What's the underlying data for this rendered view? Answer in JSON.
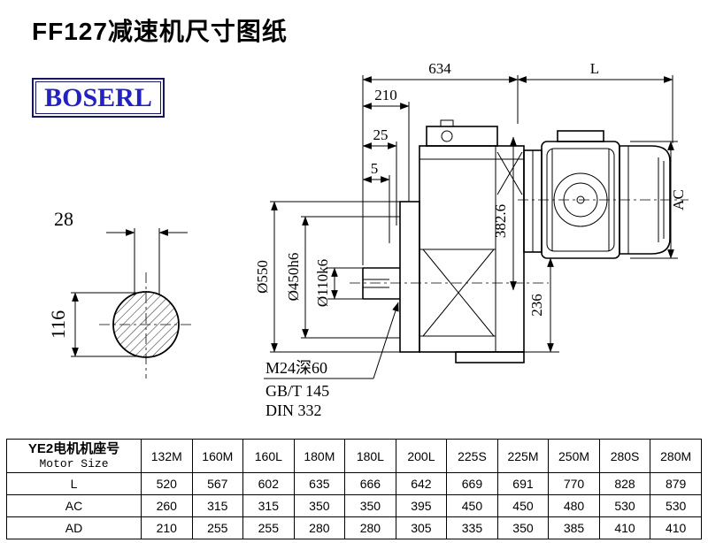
{
  "page": {
    "title": "FF127减速机尺寸图纸",
    "brand": "BOSERL"
  },
  "drawing": {
    "dims": {
      "d634": "634",
      "dL": "L",
      "d210": "210",
      "d25": "25",
      "d5": "5",
      "dAC": "AC",
      "d550": "Ø550",
      "d450": "Ø450h6",
      "d110": "Ø110k6",
      "d3826": "382.6",
      "d236": "236",
      "d28": "28",
      "d116": "116"
    },
    "notes": {
      "tap": "M24深60",
      "std1": "GB/T 145",
      "std2": "DIN 332"
    }
  },
  "table": {
    "row_header_cn": "YE2电机机座号",
    "row_header_en": "Motor Size",
    "columns": [
      "132M",
      "160M",
      "160L",
      "180M",
      "180L",
      "200L",
      "225S",
      "225M",
      "250M",
      "280S",
      "280M"
    ],
    "rows": [
      {
        "label": "L",
        "values": [
          "520",
          "567",
          "602",
          "635",
          "666",
          "642",
          "669",
          "691",
          "770",
          "828",
          "879"
        ]
      },
      {
        "label": "AC",
        "values": [
          "260",
          "315",
          "315",
          "350",
          "350",
          "395",
          "450",
          "450",
          "480",
          "530",
          "530"
        ]
      },
      {
        "label": "AD",
        "values": [
          "210",
          "255",
          "255",
          "280",
          "280",
          "305",
          "335",
          "350",
          "385",
          "410",
          "410"
        ]
      }
    ]
  }
}
